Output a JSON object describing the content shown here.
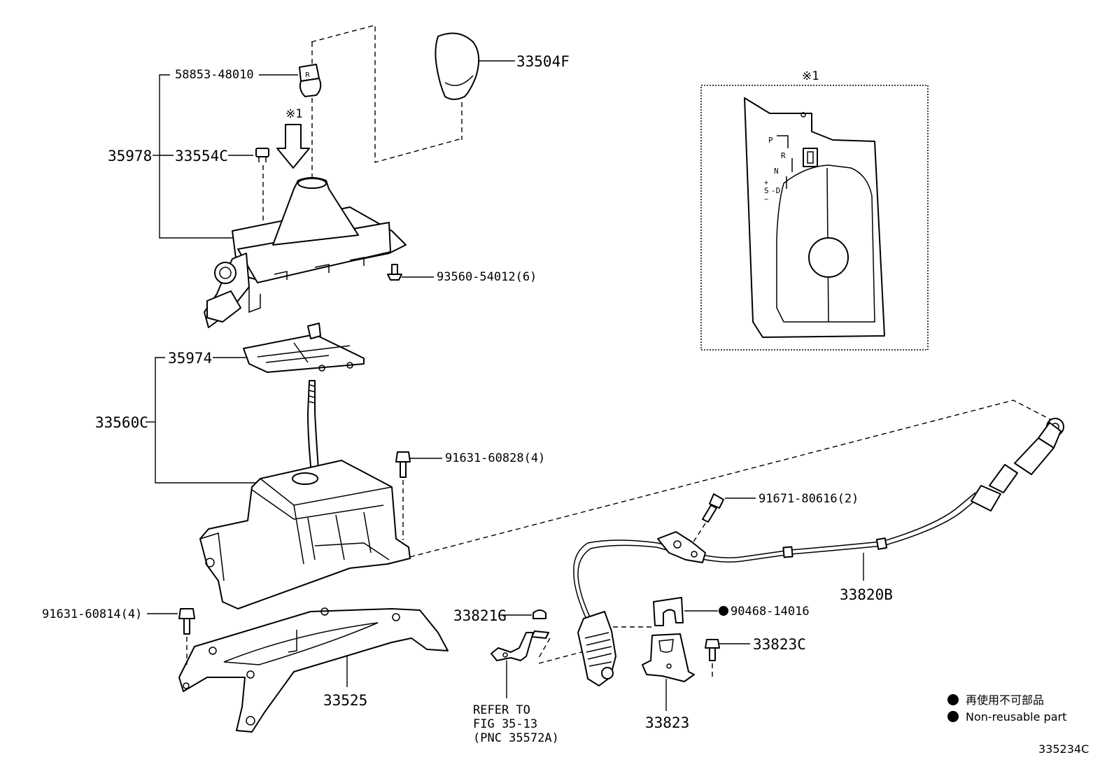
{
  "parts": {
    "p33504F": "33504F",
    "p58853": "58853-48010",
    "p35978": "35978",
    "p33554C": "33554C",
    "p93560": "93560-54012(6)",
    "p35974": "35974",
    "p33560C": "33560C",
    "p91631_828": "91631-60828(4)",
    "p91671": "91671-80616(2)",
    "p33820B": "33820B",
    "p90468": "90468-14016",
    "p33821G": "33821G",
    "p33823C": "33823C",
    "p91631_814": "91631-60814(4)",
    "p33525": "33525",
    "p33823": "33823"
  },
  "notes": {
    "refer_line1": "REFER TO",
    "refer_line2": "FIG 35-13",
    "refer_line3": "(PNC 35572A)",
    "ref_mark": "※1",
    "ref_mark_detail": "※1"
  },
  "detail": {
    "gear_p": "P",
    "gear_r": "R",
    "gear_n": "N",
    "gear_plus": "+",
    "gear_s": "S",
    "gear_d": "-D",
    "gear_minus": "−"
  },
  "legend": {
    "jp": "再使用不可部品",
    "en": "Non-reusable part"
  },
  "figure_id": "335234C",
  "colors": {
    "ink": "#000000",
    "paper": "#ffffff"
  }
}
